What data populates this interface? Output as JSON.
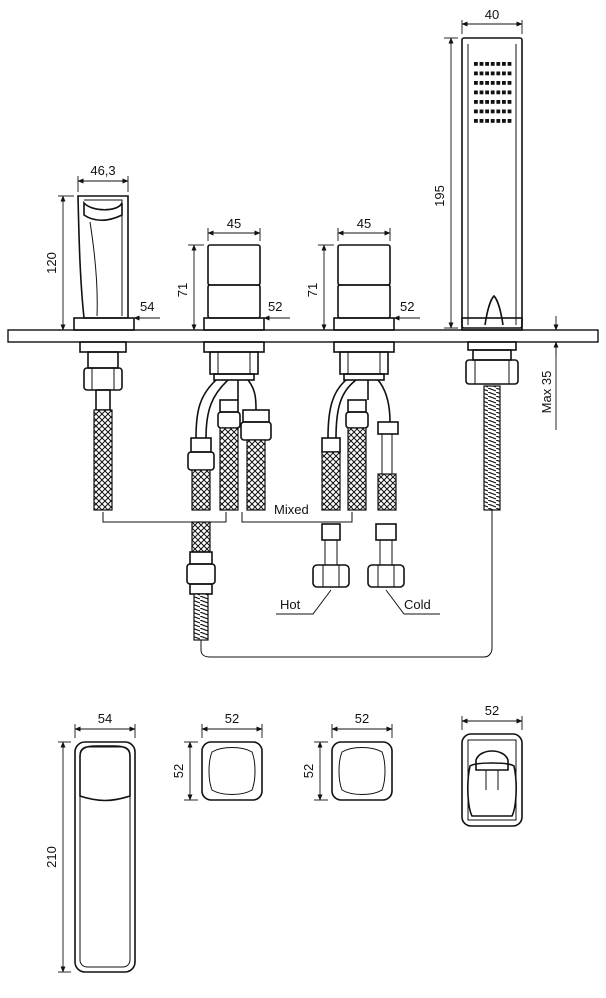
{
  "dimensions": {
    "handshower_width": "40",
    "handshower_height": "195",
    "spout_width": "46,3",
    "spout_height": "120",
    "spout_base": "54",
    "valve1_width": "45",
    "valve1_height": "71",
    "valve1_base": "52",
    "valve2_width": "45",
    "valve2_height": "71",
    "valve2_base": "52",
    "deck_max": "Max 35",
    "plan_spout_width": "54",
    "plan_spout_length": "210",
    "plan_valve1_width": "52",
    "plan_valve1_depth": "52",
    "plan_valve2_width": "52",
    "plan_valve2_depth": "52",
    "plan_handshower_width": "52"
  },
  "labels": {
    "mixed": "Mixed",
    "hot": "Hot",
    "cold": "Cold"
  }
}
